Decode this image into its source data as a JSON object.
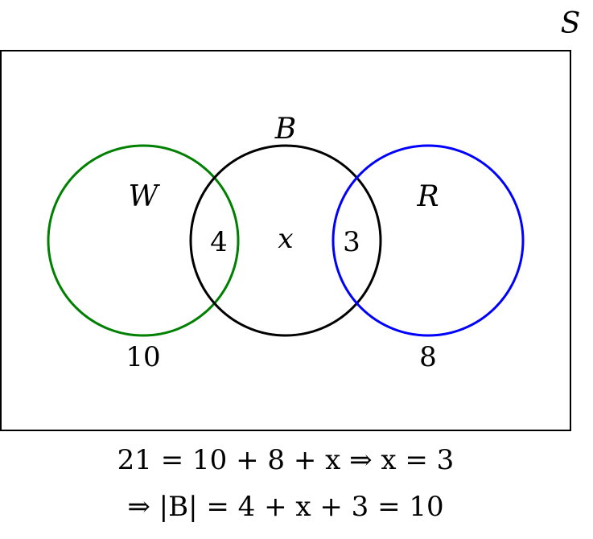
{
  "universe_label": "S",
  "sets": [
    {
      "name": "W",
      "color": "#008000"
    },
    {
      "name": "B",
      "color": "#000000"
    },
    {
      "name": "R",
      "color": "#0000ff"
    }
  ],
  "regions": {
    "W_only": "10",
    "W_and_B": "4",
    "B_only": "x",
    "B_and_R": "3",
    "R_only": "8"
  },
  "equations": [
    "21 = 10 + 8 + x ⇒ x = 3",
    "⇒ |B| = 4 + x + 3 = 10"
  ]
}
